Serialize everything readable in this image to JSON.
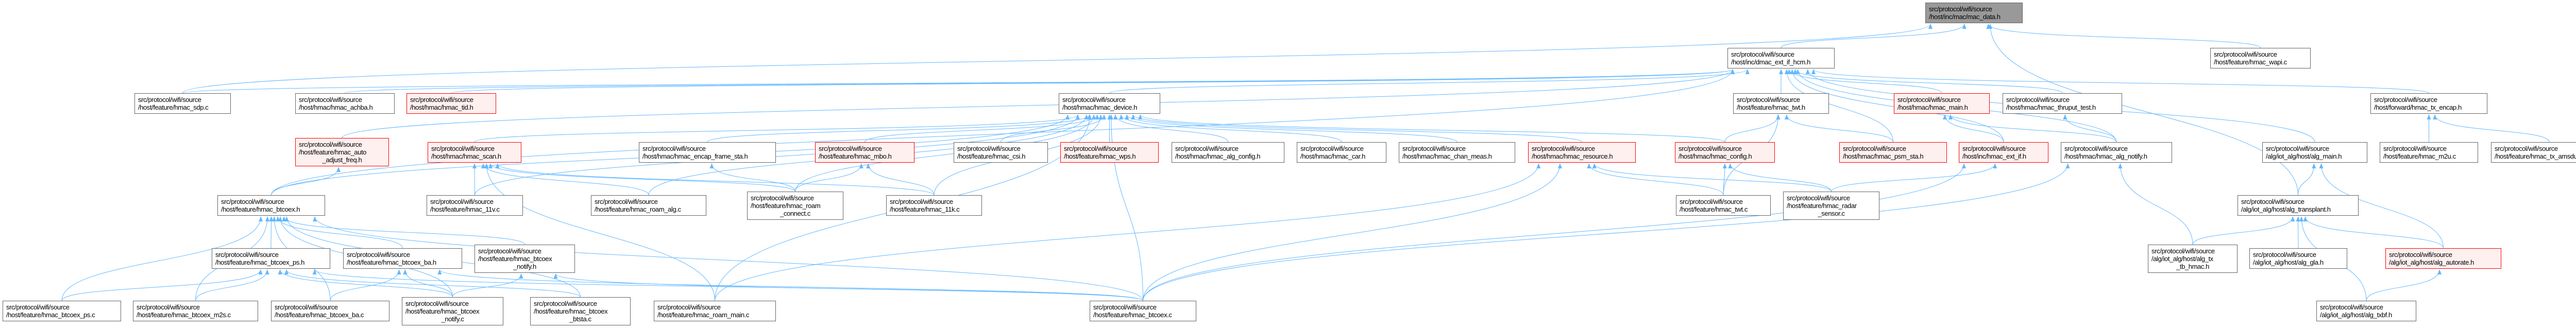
{
  "colors": {
    "edge": "#63b8ff",
    "red_border": "#ff0000",
    "red_fill": "#fff0f0",
    "focus_fill": "#999999",
    "border": "#666666"
  },
  "nodes": [
    {
      "id": "mac_data_h",
      "style": "focus",
      "lines": [
        "src/protocol/wifi/source",
        "/host/inc/mac/mac_data.h"
      ]
    },
    {
      "id": "dmac_hcm_h",
      "style": "normal",
      "lines": [
        "src/protocol/wifi/source",
        "/host/inc/dmac_ext_if_hcm.h"
      ]
    },
    {
      "id": "wapi_c",
      "style": "normal",
      "lines": [
        "src/protocol/wifi/source",
        "/host/feature/hmac_wapi.c"
      ]
    },
    {
      "id": "sdp_c",
      "style": "normal",
      "lines": [
        "src/protocol/wifi/source",
        "/host/feature/hmac_sdp.c"
      ]
    },
    {
      "id": "achba_h",
      "style": "normal",
      "lines": [
        "src/protocol/wifi/source",
        "/host/hmac/hmac_achba.h"
      ]
    },
    {
      "id": "tid_h",
      "style": "red",
      "lines": [
        "src/protocol/wifi/source",
        "/host/hmac/hmac_tid.h"
      ]
    },
    {
      "id": "device_h",
      "style": "normal",
      "lines": [
        "src/protocol/wifi/source",
        "/host/hmac/hmac_device.h"
      ]
    },
    {
      "id": "twt_h",
      "style": "normal",
      "lines": [
        "src/protocol/wifi/source",
        "/host/feature/hmac_twt.h"
      ]
    },
    {
      "id": "main_h",
      "style": "red",
      "lines": [
        "src/protocol/wifi/source",
        "/host/hmac/hmac_main.h"
      ]
    },
    {
      "id": "thruput_h",
      "style": "normal",
      "lines": [
        "src/protocol/wifi/source",
        "/host/hmac/hmac_thruput_test.h"
      ]
    },
    {
      "id": "tx_encap_h",
      "style": "normal",
      "lines": [
        "src/protocol/wifi/source",
        "/host/forward/hmac_tx_encap.h"
      ]
    },
    {
      "id": "auto_adjust_h",
      "style": "red",
      "lines": [
        "src/protocol/wifi/source",
        "/host/feature/hmac_auto",
        "_adjust_freq.h"
      ]
    },
    {
      "id": "scan_h",
      "style": "red",
      "lines": [
        "src/protocol/wifi/source",
        "/host/hmac/hmac_scan.h"
      ]
    },
    {
      "id": "encap_sta_h",
      "style": "normal",
      "lines": [
        "src/protocol/wifi/source",
        "/host/hmac/hmac_encap_frame_sta.h"
      ]
    },
    {
      "id": "mbo_h",
      "style": "red",
      "lines": [
        "src/protocol/wifi/source",
        "/host/feature/hmac_mbo.h"
      ]
    },
    {
      "id": "csi_h",
      "style": "normal",
      "lines": [
        "src/protocol/wifi/source",
        "/host/feature/hmac_csi.h"
      ]
    },
    {
      "id": "wps_h",
      "style": "red",
      "lines": [
        "src/protocol/wifi/source",
        "/host/feature/hmac_wps.h"
      ]
    },
    {
      "id": "alg_config_h",
      "style": "normal",
      "lines": [
        "src/protocol/wifi/source",
        "/host/hmac/hmac_alg_config.h"
      ]
    },
    {
      "id": "car_h",
      "style": "normal",
      "lines": [
        "src/protocol/wifi/source",
        "/host/hmac/hmac_car.h"
      ]
    },
    {
      "id": "chan_meas_h",
      "style": "normal",
      "lines": [
        "src/protocol/wifi/source",
        "/host/hmac/hmac_chan_meas.h"
      ]
    },
    {
      "id": "resource_h",
      "style": "red",
      "lines": [
        "src/protocol/wifi/source",
        "/host/hmac/hmac_resource.h"
      ]
    },
    {
      "id": "config_h",
      "style": "red",
      "lines": [
        "src/protocol/wifi/source",
        "/host/hmac/hmac_config.h"
      ]
    },
    {
      "id": "psm_sta_h",
      "style": "red",
      "lines": [
        "src/protocol/wifi/source",
        "/host/hmac/hmac_psm_sta.h"
      ]
    },
    {
      "id": "ext_if_h",
      "style": "red",
      "lines": [
        "src/protocol/wifi/source",
        "/host/inc/hmac_ext_if.h"
      ]
    },
    {
      "id": "alg_notify_h",
      "style": "normal",
      "lines": [
        "src/protocol/wifi/source",
        "/host/hmac/hmac_alg_notify.h"
      ]
    },
    {
      "id": "alg_main_h",
      "style": "normal",
      "lines": [
        "src/protocol/wifi/source",
        "/alg/iot_alg/host/alg_main.h"
      ]
    },
    {
      "id": "m2u_c",
      "style": "normal",
      "lines": [
        "src/protocol/wifi/source",
        "/host/feature/hmac_m2u.c"
      ]
    },
    {
      "id": "tx_amsdu_c",
      "style": "normal",
      "lines": [
        "src/protocol/wifi/source",
        "/host/feature/hmac_tx_amsdu.c"
      ]
    },
    {
      "id": "btcoex_h",
      "style": "normal",
      "lines": [
        "src/protocol/wifi/source",
        "/host/feature/hmac_btcoex.h"
      ]
    },
    {
      "id": "v11_c",
      "style": "normal",
      "lines": [
        "src/protocol/wifi/source",
        "/host/feature/hmac_11v.c"
      ]
    },
    {
      "id": "roam_alg_c",
      "style": "normal",
      "lines": [
        "src/protocol/wifi/source",
        "/host/feature/hmac_roam_alg.c"
      ]
    },
    {
      "id": "roam_connect_c",
      "style": "normal",
      "lines": [
        "src/protocol/wifi/source",
        "/host/feature/hmac_roam",
        "_connect.c"
      ]
    },
    {
      "id": "k11_c",
      "style": "normal",
      "lines": [
        "src/protocol/wifi/source",
        "/host/feature/hmac_11k.c"
      ]
    },
    {
      "id": "twt_c",
      "style": "normal",
      "lines": [
        "src/protocol/wifi/source",
        "/host/feature/hmac_twt.c"
      ]
    },
    {
      "id": "radar_c",
      "style": "normal",
      "lines": [
        "src/protocol/wifi/source",
        "/host/feature/hmac_radar",
        "_sensor.c"
      ]
    },
    {
      "id": "alg_transplant_h",
      "style": "normal",
      "lines": [
        "src/protocol/wifi/source",
        "/alg/iot_alg/host/alg_transplant.h"
      ]
    },
    {
      "id": "btcoex_ps_h",
      "style": "normal",
      "lines": [
        "src/protocol/wifi/source",
        "/host/feature/hmac_btcoex_ps.h"
      ]
    },
    {
      "id": "btcoex_ba_h",
      "style": "normal",
      "lines": [
        "src/protocol/wifi/source",
        "/host/feature/hmac_btcoex_ba.h"
      ]
    },
    {
      "id": "btcoex_notify_h",
      "style": "normal",
      "lines": [
        "src/protocol/wifi/source",
        "/host/feature/hmac_btcoex",
        "_notify.h"
      ]
    },
    {
      "id": "alg_tx_tb_h",
      "style": "normal",
      "lines": [
        "src/protocol/wifi/source",
        "/alg/iot_alg/host/alg_tx",
        "_tb_hmac.h"
      ]
    },
    {
      "id": "alg_gla_h",
      "style": "normal",
      "lines": [
        "src/protocol/wifi/source",
        "/alg/iot_alg/host/alg_gla.h"
      ]
    },
    {
      "id": "alg_autorate_h",
      "style": "red",
      "lines": [
        "src/protocol/wifi/source",
        "/alg/iot_alg/host/alg_autorate.h"
      ]
    },
    {
      "id": "btcoex_ps_c",
      "style": "normal",
      "lines": [
        "src/protocol/wifi/source",
        "/host/feature/hmac_btcoex_ps.c"
      ]
    },
    {
      "id": "btcoex_m2s_c",
      "style": "normal",
      "lines": [
        "src/protocol/wifi/source",
        "/host/feature/hmac_btcoex_m2s.c"
      ]
    },
    {
      "id": "btcoex_ba_c",
      "style": "normal",
      "lines": [
        "src/protocol/wifi/source",
        "/host/feature/hmac_btcoex_ba.c"
      ]
    },
    {
      "id": "btcoex_notify_c",
      "style": "normal",
      "lines": [
        "src/protocol/wifi/source",
        "/host/feature/hmac_btcoex",
        "_notify.c"
      ]
    },
    {
      "id": "btcoex_btsta_c",
      "style": "normal",
      "lines": [
        "src/protocol/wifi/source",
        "/host/feature/hmac_btcoex",
        "_btsta.c"
      ]
    },
    {
      "id": "roam_main_c",
      "style": "normal",
      "lines": [
        "src/protocol/wifi/source",
        "/host/feature/hmac_roam_main.c"
      ]
    },
    {
      "id": "btcoex_c",
      "style": "normal",
      "lines": [
        "src/protocol/wifi/source",
        "/host/feature/hmac_btcoex.c"
      ]
    },
    {
      "id": "alg_txbf_h",
      "style": "normal",
      "lines": [
        "src/protocol/wifi/source",
        "/alg/iot_alg/host/alg_txbf.h"
      ]
    }
  ],
  "edges": [
    [
      "dmac_hcm_h",
      "mac_data_h"
    ],
    [
      "wapi_c",
      "mac_data_h"
    ],
    [
      "sdp_c",
      "mac_data_h"
    ],
    [
      "alg_transplant_h",
      "mac_data_h"
    ],
    [
      "sdp_c",
      "dmac_hcm_h"
    ],
    [
      "achba_h",
      "dmac_hcm_h"
    ],
    [
      "tid_h",
      "dmac_hcm_h"
    ],
    [
      "device_h",
      "dmac_hcm_h"
    ],
    [
      "twt_h",
      "dmac_hcm_h"
    ],
    [
      "main_h",
      "dmac_hcm_h"
    ],
    [
      "thruput_h",
      "dmac_hcm_h"
    ],
    [
      "tx_encap_h",
      "dmac_hcm_h"
    ],
    [
      "psm_sta_h",
      "dmac_hcm_h"
    ],
    [
      "ext_if_h",
      "dmac_hcm_h"
    ],
    [
      "alg_notify_h",
      "dmac_hcm_h"
    ],
    [
      "alg_main_h",
      "dmac_hcm_h"
    ],
    [
      "auto_adjust_h",
      "dmac_hcm_h"
    ],
    [
      "btcoex_h",
      "dmac_hcm_h"
    ],
    [
      "scan_h",
      "device_h"
    ],
    [
      "encap_sta_h",
      "device_h"
    ],
    [
      "mbo_h",
      "device_h"
    ],
    [
      "csi_h",
      "device_h"
    ],
    [
      "wps_h",
      "device_h"
    ],
    [
      "alg_config_h",
      "device_h"
    ],
    [
      "car_h",
      "device_h"
    ],
    [
      "chan_meas_h",
      "device_h"
    ],
    [
      "resource_h",
      "device_h"
    ],
    [
      "config_h",
      "device_h"
    ],
    [
      "v11_c",
      "device_h"
    ],
    [
      "roam_alg_c",
      "device_h"
    ],
    [
      "roam_connect_c",
      "device_h"
    ],
    [
      "k11_c",
      "device_h"
    ],
    [
      "btcoex_c",
      "device_h"
    ],
    [
      "roam_main_c",
      "device_h"
    ],
    [
      "btcoex_h",
      "device_h"
    ],
    [
      "twt_c",
      "twt_h"
    ],
    [
      "config_h",
      "twt_h"
    ],
    [
      "psm_sta_h",
      "twt_h"
    ],
    [
      "alg_notify_h",
      "main_h"
    ],
    [
      "ext_if_h",
      "main_h"
    ],
    [
      "alg_notify_h",
      "thruput_h"
    ],
    [
      "v11_c",
      "scan_h"
    ],
    [
      "roam_alg_c",
      "scan_h"
    ],
    [
      "roam_main_c",
      "scan_h"
    ],
    [
      "roam_connect_c",
      "scan_h"
    ],
    [
      "k11_c",
      "scan_h"
    ],
    [
      "roam_connect_c",
      "mbo_h"
    ],
    [
      "k11_c",
      "mbo_h"
    ],
    [
      "roam_connect_c",
      "encap_sta_h"
    ],
    [
      "btcoex_c",
      "resource_h"
    ],
    [
      "roam_main_c",
      "resource_h"
    ],
    [
      "radar_c",
      "resource_h"
    ],
    [
      "twt_c",
      "resource_h"
    ],
    [
      "twt_c",
      "config_h"
    ],
    [
      "radar_c",
      "config_h"
    ],
    [
      "radar_c",
      "ext_if_h"
    ],
    [
      "btcoex_c",
      "ext_if_h"
    ],
    [
      "btcoex_c",
      "alg_notify_h"
    ],
    [
      "alg_tx_tb_h",
      "alg_notify_h"
    ],
    [
      "btcoex_h",
      "auto_adjust_h"
    ],
    [
      "btcoex_ps_h",
      "btcoex_h"
    ],
    [
      "btcoex_ba_h",
      "btcoex_h"
    ],
    [
      "btcoex_notify_h",
      "btcoex_h"
    ],
    [
      "btcoex_ps_c",
      "btcoex_h"
    ],
    [
      "btcoex_m2s_c",
      "btcoex_h"
    ],
    [
      "btcoex_ba_c",
      "btcoex_h"
    ],
    [
      "btcoex_notify_c",
      "btcoex_h"
    ],
    [
      "btcoex_btsta_c",
      "btcoex_h"
    ],
    [
      "btcoex_c",
      "btcoex_h"
    ],
    [
      "btcoex_ps_c",
      "btcoex_ps_h"
    ],
    [
      "btcoex_m2s_c",
      "btcoex_ps_h"
    ],
    [
      "btcoex_notify_c",
      "btcoex_ps_h"
    ],
    [
      "btcoex_btsta_c",
      "btcoex_ps_h"
    ],
    [
      "btcoex_c",
      "btcoex_ps_h"
    ],
    [
      "btcoex_ba_c",
      "btcoex_ba_h"
    ],
    [
      "btcoex_notify_c",
      "btcoex_ba_h"
    ],
    [
      "btcoex_c",
      "btcoex_ba_h"
    ],
    [
      "btcoex_notify_c",
      "btcoex_notify_h"
    ],
    [
      "btcoex_c",
      "btcoex_notify_h"
    ],
    [
      "m2u_c",
      "tx_encap_h"
    ],
    [
      "tx_amsdu_c",
      "tx_encap_h"
    ],
    [
      "alg_transplant_h",
      "alg_main_h"
    ],
    [
      "alg_autorate_h",
      "alg_main_h"
    ],
    [
      "alg_tx_tb_h",
      "alg_transplant_h"
    ],
    [
      "alg_gla_h",
      "alg_transplant_h"
    ],
    [
      "alg_autorate_h",
      "alg_transplant_h"
    ],
    [
      "alg_txbf_h",
      "alg_transplant_h"
    ],
    [
      "alg_txbf_h",
      "alg_autorate_h"
    ]
  ]
}
